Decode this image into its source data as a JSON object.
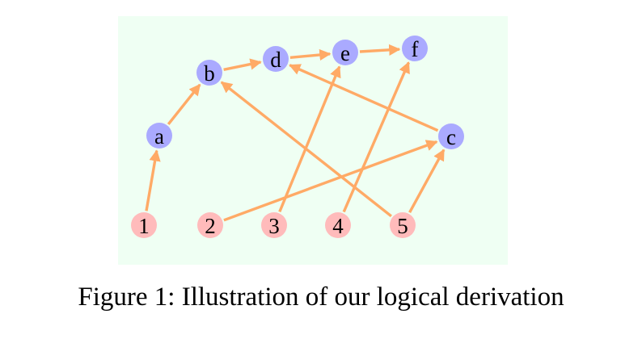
{
  "colors": {
    "panel_background": "#effff3",
    "derived_node": "#aaaaff",
    "premise_node": "#ffbbbb",
    "edge": "#ffaa66"
  },
  "nodes": [
    {
      "id": "a",
      "label": "a",
      "kind": "derived"
    },
    {
      "id": "b",
      "label": "b",
      "kind": "derived"
    },
    {
      "id": "c",
      "label": "c",
      "kind": "derived"
    },
    {
      "id": "d",
      "label": "d",
      "kind": "derived"
    },
    {
      "id": "e",
      "label": "e",
      "kind": "derived"
    },
    {
      "id": "f",
      "label": "f",
      "kind": "derived"
    },
    {
      "id": "1",
      "label": "1",
      "kind": "premise"
    },
    {
      "id": "2",
      "label": "2",
      "kind": "premise"
    },
    {
      "id": "3",
      "label": "3",
      "kind": "premise"
    },
    {
      "id": "4",
      "label": "4",
      "kind": "premise"
    },
    {
      "id": "5",
      "label": "5",
      "kind": "premise"
    }
  ],
  "edges": [
    {
      "from": "1",
      "to": "a"
    },
    {
      "from": "a",
      "to": "b"
    },
    {
      "from": "b",
      "to": "d"
    },
    {
      "from": "d",
      "to": "e"
    },
    {
      "from": "e",
      "to": "f"
    },
    {
      "from": "2",
      "to": "c"
    },
    {
      "from": "3",
      "to": "e"
    },
    {
      "from": "4",
      "to": "f"
    },
    {
      "from": "5",
      "to": "b"
    },
    {
      "from": "5",
      "to": "c"
    },
    {
      "from": "c",
      "to": "d"
    }
  ],
  "caption": "Figure 1: Illustration of our logical derivation"
}
